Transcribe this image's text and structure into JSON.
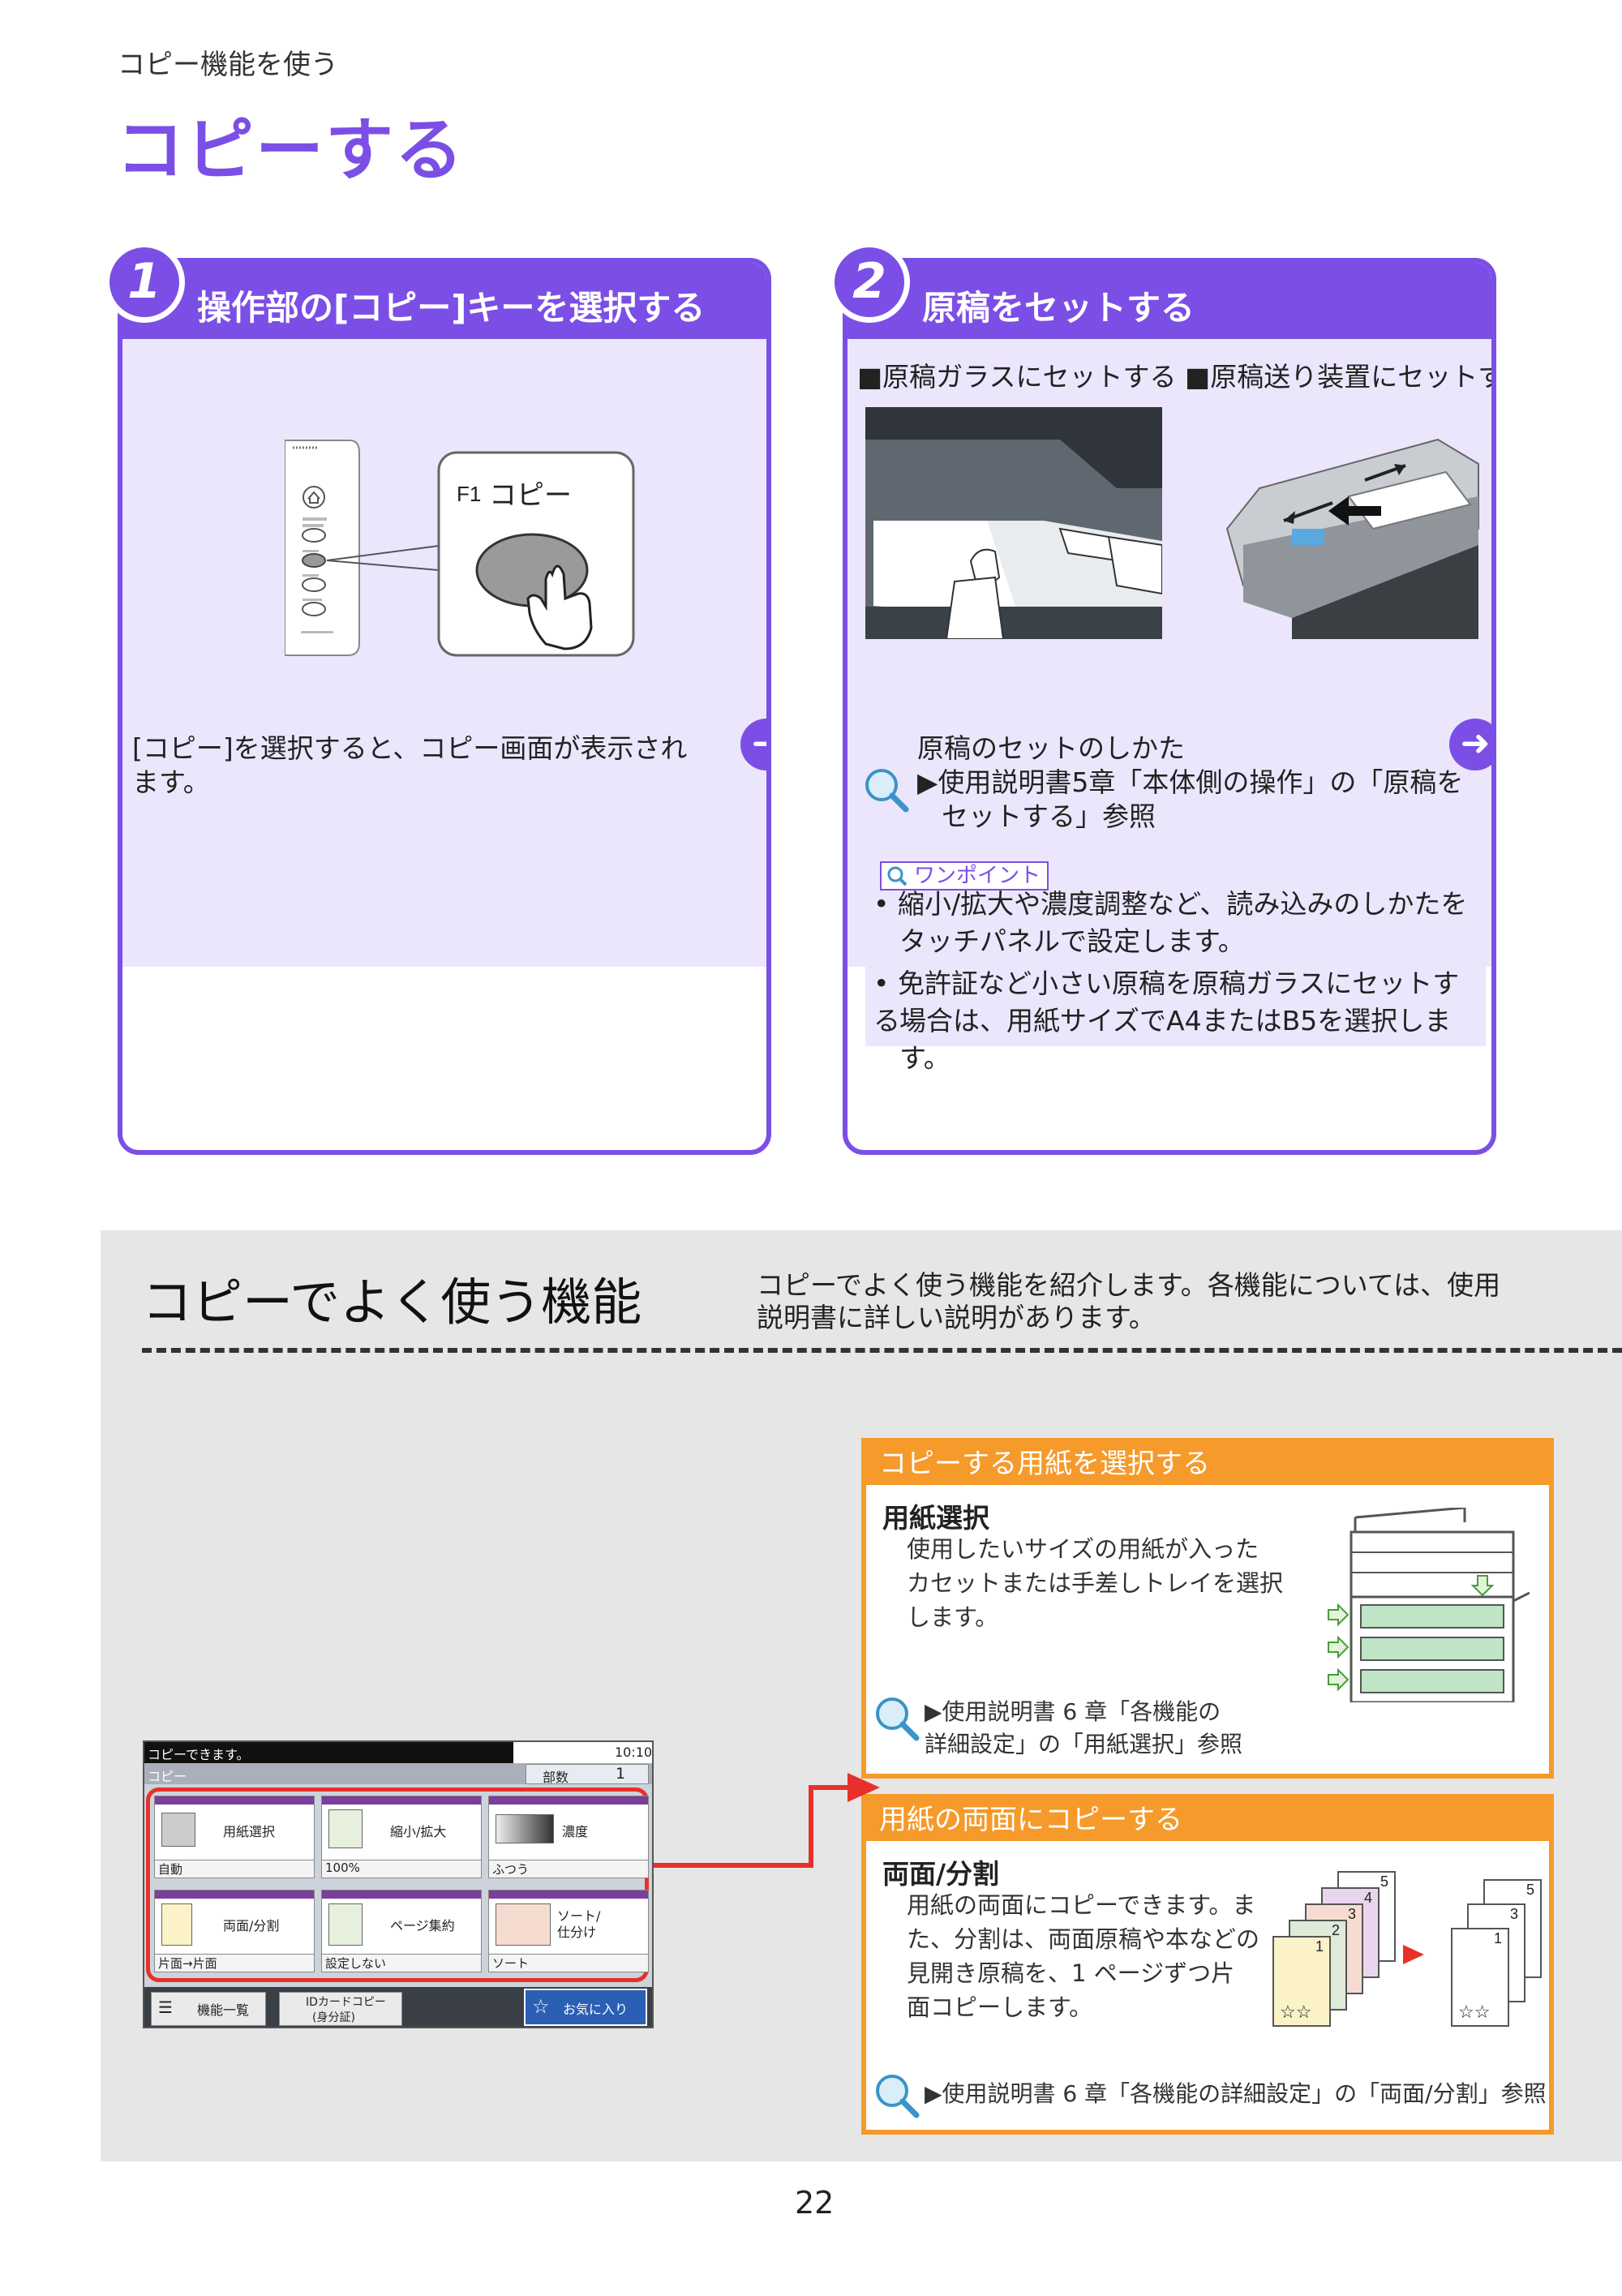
{
  "breadcrumb": "コピー機能を使う",
  "title": "コピーする",
  "step1": {
    "num": "1",
    "heading": "操作部の[コピー]キーを選択する",
    "key_label": "コピー",
    "key_prefix": "F1",
    "text_line1": "[コピー]を選択すると、コピー画面が表示され",
    "text_line2": "ます。"
  },
  "step2": {
    "num": "2",
    "heading": "原稿をセットする",
    "sub_glass": "■原稿ガラスにセットする",
    "sub_feeder": "■原稿送り装置にセットする",
    "ref_title": "原稿のセットのしかた",
    "ref_line1": "▶使用説明書5章「本体側の操作」の「原稿を",
    "ref_line2": "セットする」参照",
    "onepoint_label": "ワンポイント",
    "bullet1_line1": "• 縮小/拡大や濃度調整など、読み込みのしかたを",
    "bullet1_line2": "タッチパネルで設定します。",
    "bullet2_line1": "• 免許証など小さい原稿を原稿ガラスにセットする",
    "bullet2_line2": "場合は、用紙サイズでA4またはB5を選択します。"
  },
  "section": {
    "title": "コピーでよく使う機能",
    "desc_line1": "コピーでよく使う機能を紹介します。各機能については、使用",
    "desc_line2": "説明書に詳しい説明があります。"
  },
  "paper_box": {
    "heading": "コピーする用紙を選択する",
    "subtitle": "用紙選択",
    "text_line1": "使用したいサイズの用紙が入った",
    "text_line2": "カセットまたは手差しトレイを選択",
    "text_line3": "します。",
    "ref_line1": "▶使用説明書 6 章「各機能の",
    "ref_line2": "詳細設定」の「用紙選択」参照"
  },
  "duplex_box": {
    "heading": "用紙の両面にコピーする",
    "subtitle": "両面/分割",
    "text_line1": "用紙の両面にコピーできます。ま",
    "text_line2": "た、分割は、両面原稿や本などの",
    "text_line3": "見開き原稿を、1 ページずつ片",
    "text_line4": "面コピーします。",
    "ref": "▶使用説明書 6 章「各機能の詳細設定」の「両面/分割」参照"
  },
  "screen": {
    "status": "コピーできます。",
    "time": "10:10",
    "mode": "コピー",
    "copies_label": "部数",
    "copies_value": "1",
    "buttons": [
      {
        "label": "用紙選択",
        "value": "自動"
      },
      {
        "label": "縮小/拡大",
        "value": "100%"
      },
      {
        "label": "濃度",
        "value": "ふつう"
      },
      {
        "label": "両面/分割",
        "value": "片面→片面"
      },
      {
        "label": "ページ集約",
        "value": "設定しない"
      },
      {
        "label": "ソート/\n仕分け",
        "value": "ソート"
      }
    ],
    "footer_menu": "機能一覧",
    "footer_id_line1": "IDカードコピー",
    "footer_id_line2": "(身分証)",
    "footer_fav": "お気に入り"
  },
  "page_number": "22",
  "colors": {
    "purple": "#7b4fe6",
    "light_purple": "#ece6fd",
    "orange": "#f59a2b",
    "red": "#e8302a"
  }
}
